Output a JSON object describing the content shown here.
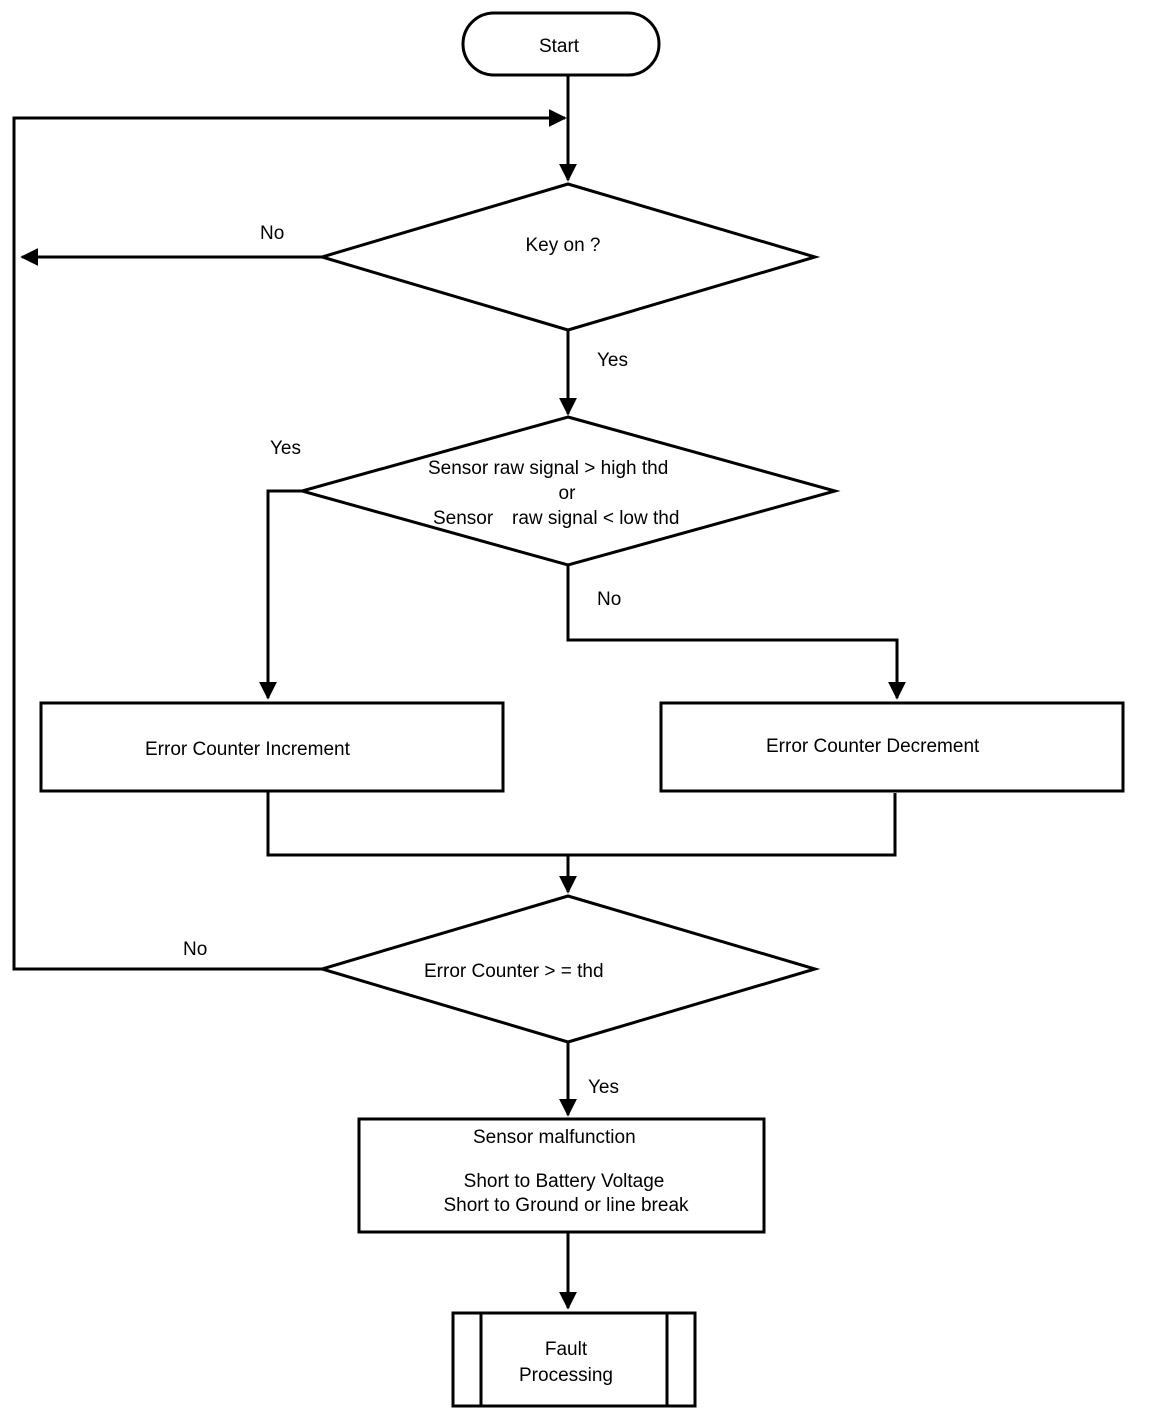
{
  "flowchart": {
    "start": "Start",
    "key_on": "Key on ?",
    "key_on_no": "No",
    "key_on_yes": "Yes",
    "sensor_check": {
      "line1": "Sensor raw signal > high thd",
      "line2": "or",
      "line3a": "Sensor",
      "line3b": "raw signal < low thd"
    },
    "sensor_yes": "Yes",
    "sensor_no": "No",
    "increment": "Error Counter Increment",
    "decrement": "Error Counter Decrement",
    "counter_check": "Error Counter > = thd",
    "counter_no": "No",
    "counter_yes": "Yes",
    "malfunction": {
      "title": "Sensor malfunction",
      "line1": "Short to Battery Voltage",
      "line2": "Short to Ground or  line break"
    },
    "fault": {
      "line1": "Fault",
      "line2": "Processing"
    }
  }
}
